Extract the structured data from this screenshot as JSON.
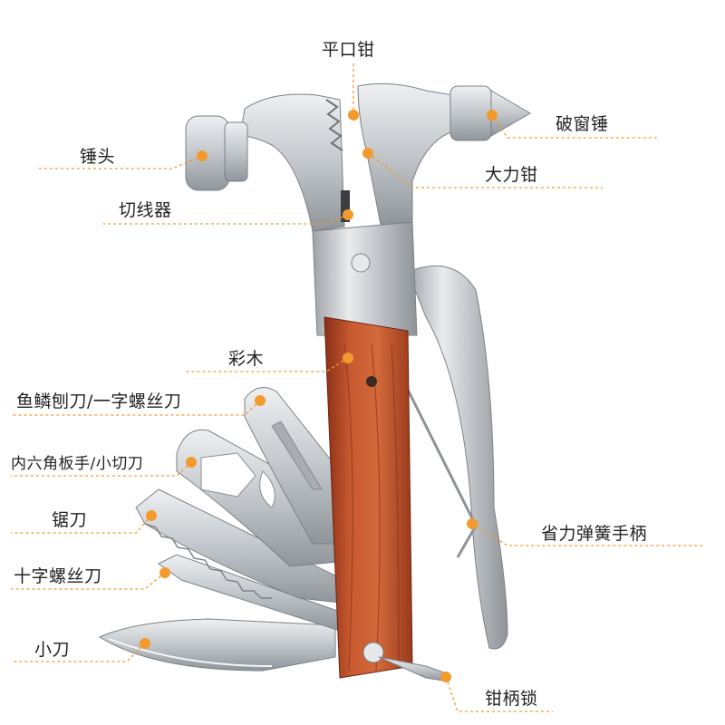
{
  "colors": {
    "accent": "#f39a2e",
    "steel": "#c9ccd0",
    "wood": "#c2542c"
  },
  "labels": {
    "flat_pliers": "平口钳",
    "window_breaker": "破窗锤",
    "hammer_head": "锤头",
    "vise_pliers": "大力钳",
    "wire_cutter": "切线器",
    "wood_handle": "彩木",
    "scaler_screwdriver": "鱼鳞刨刀/一字螺丝刀",
    "hex_wrench_knife": "内六角板手/小切刀",
    "saw": "锯刀",
    "phillips": "十字螺丝刀",
    "knife": "小刀",
    "spring_handle": "省力弹簧手柄",
    "handle_lock": "钳柄锁"
  }
}
